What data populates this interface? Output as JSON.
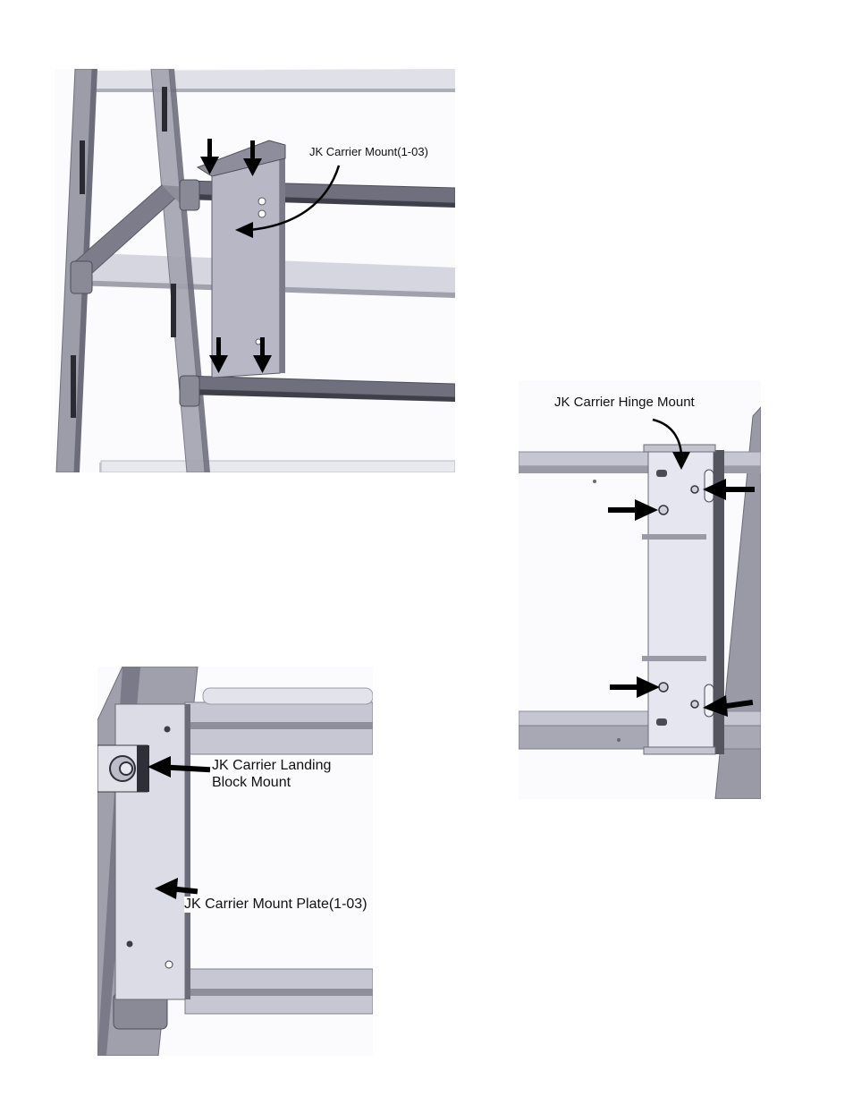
{
  "figures": {
    "fig1": {
      "label_mount": "JK Carrier Mount(1-03)"
    },
    "fig2": {
      "label_hinge": "JK Carrier Hinge Mount"
    },
    "fig3": {
      "label_landing_line1": "JK Carrier Landing",
      "label_landing_line2": "Block Mount",
      "label_plate": "JK Carrier Mount Plate(1-03)"
    }
  },
  "colors": {
    "metal_dark": "#6f6f7e",
    "metal_mid": "#a9a9b6",
    "metal_light": "#d9d9e3",
    "plate": "#e3e3ee",
    "arrow": "#000000"
  }
}
